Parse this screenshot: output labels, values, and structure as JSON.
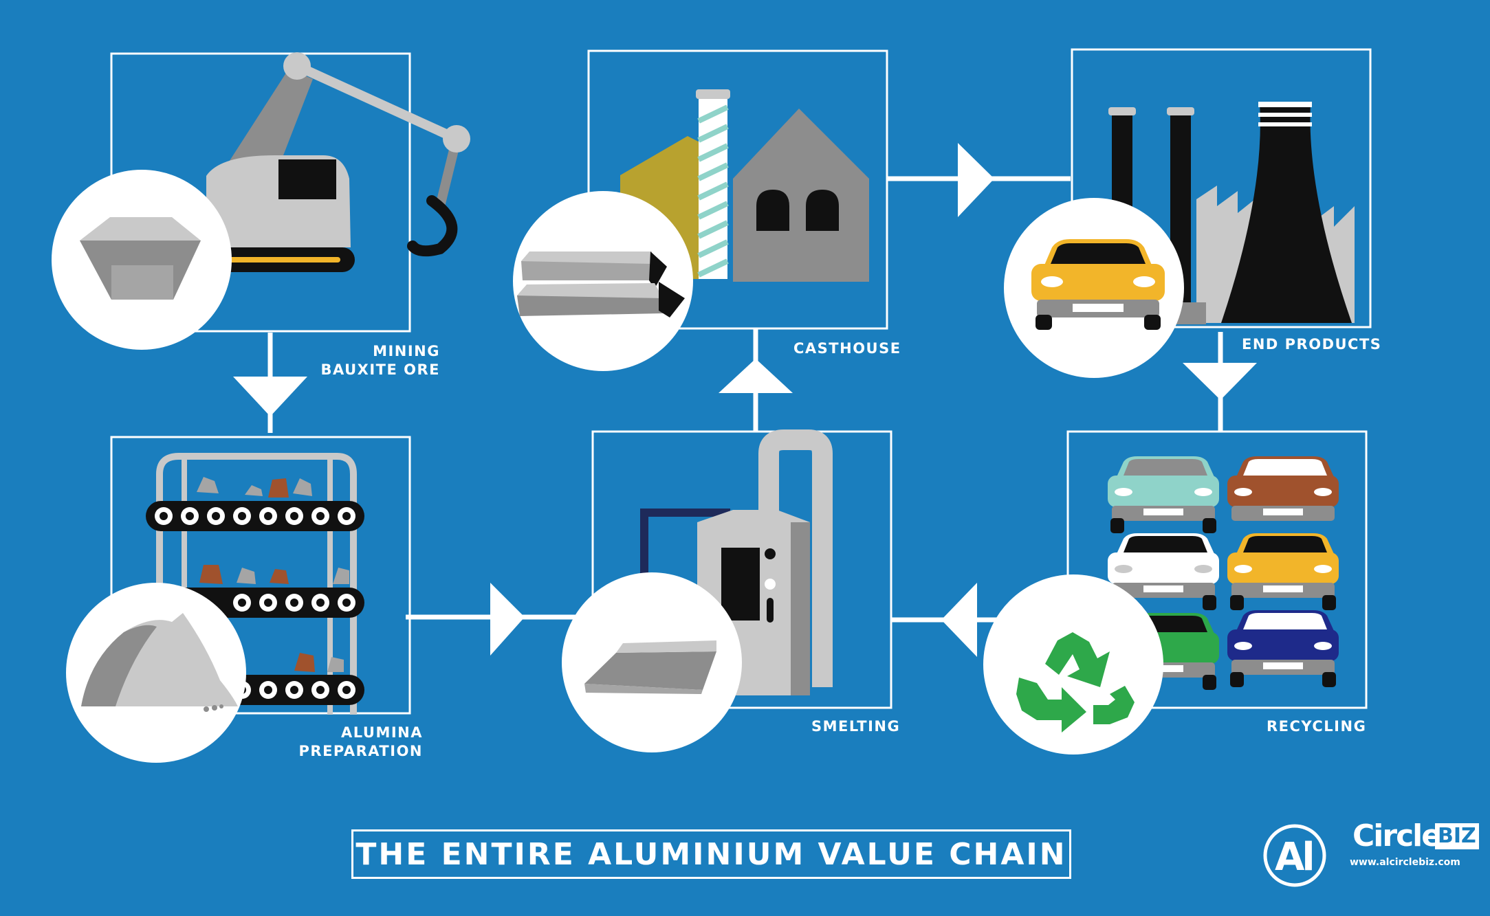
{
  "title": "THE ENTIRE ALUMINIUM VALUE CHAIN",
  "stages": {
    "mining": {
      "line1": "MINING",
      "line2": "BAUXITE ORE"
    },
    "alumina": {
      "line1": "ALUMINA",
      "line2": "PREPARATION"
    },
    "smelting": {
      "line1": "SMELTING"
    },
    "casthouse": {
      "line1": "CASTHOUSE"
    },
    "end_products": {
      "line1": "END PRODUCTS"
    },
    "recycling": {
      "line1": "RECYCLING"
    }
  },
  "logo": {
    "al": "Al",
    "circle": "Circle",
    "biz": "BIZ",
    "url": "www.alcirclebiz.com"
  },
  "colors": {
    "background": "#1a7ebe",
    "recycle_green": "#2ea84a",
    "car_yellow": "#f2b52a",
    "factory_gray": "#8a8a8a",
    "gold": "#b8a22f"
  },
  "icons": [
    "excavator-icon",
    "bauxite-ore-icon",
    "conveyor-icon",
    "alumina-powder-icon",
    "smelter-icon",
    "ingot-icon",
    "factory-icon",
    "aluminium-bars-icon",
    "power-plant-icon",
    "yellow-car-icon",
    "car-stack-icon",
    "recycle-icon"
  ]
}
